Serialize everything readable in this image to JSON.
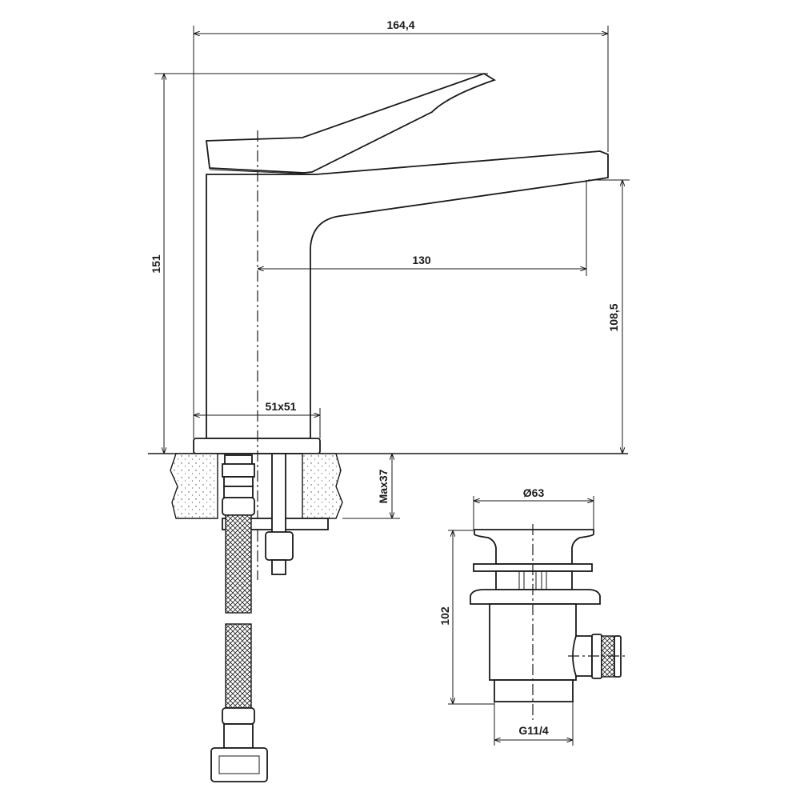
{
  "drawing": {
    "faucet": {
      "overall_width": "164,4",
      "overall_height": "151",
      "spout_reach": "130",
      "spout_height": "108,5",
      "base_size": "51x51",
      "max_countertop": "Max37"
    },
    "waste": {
      "diameter": "Ø63",
      "height": "102",
      "thread": "G11/4"
    }
  }
}
